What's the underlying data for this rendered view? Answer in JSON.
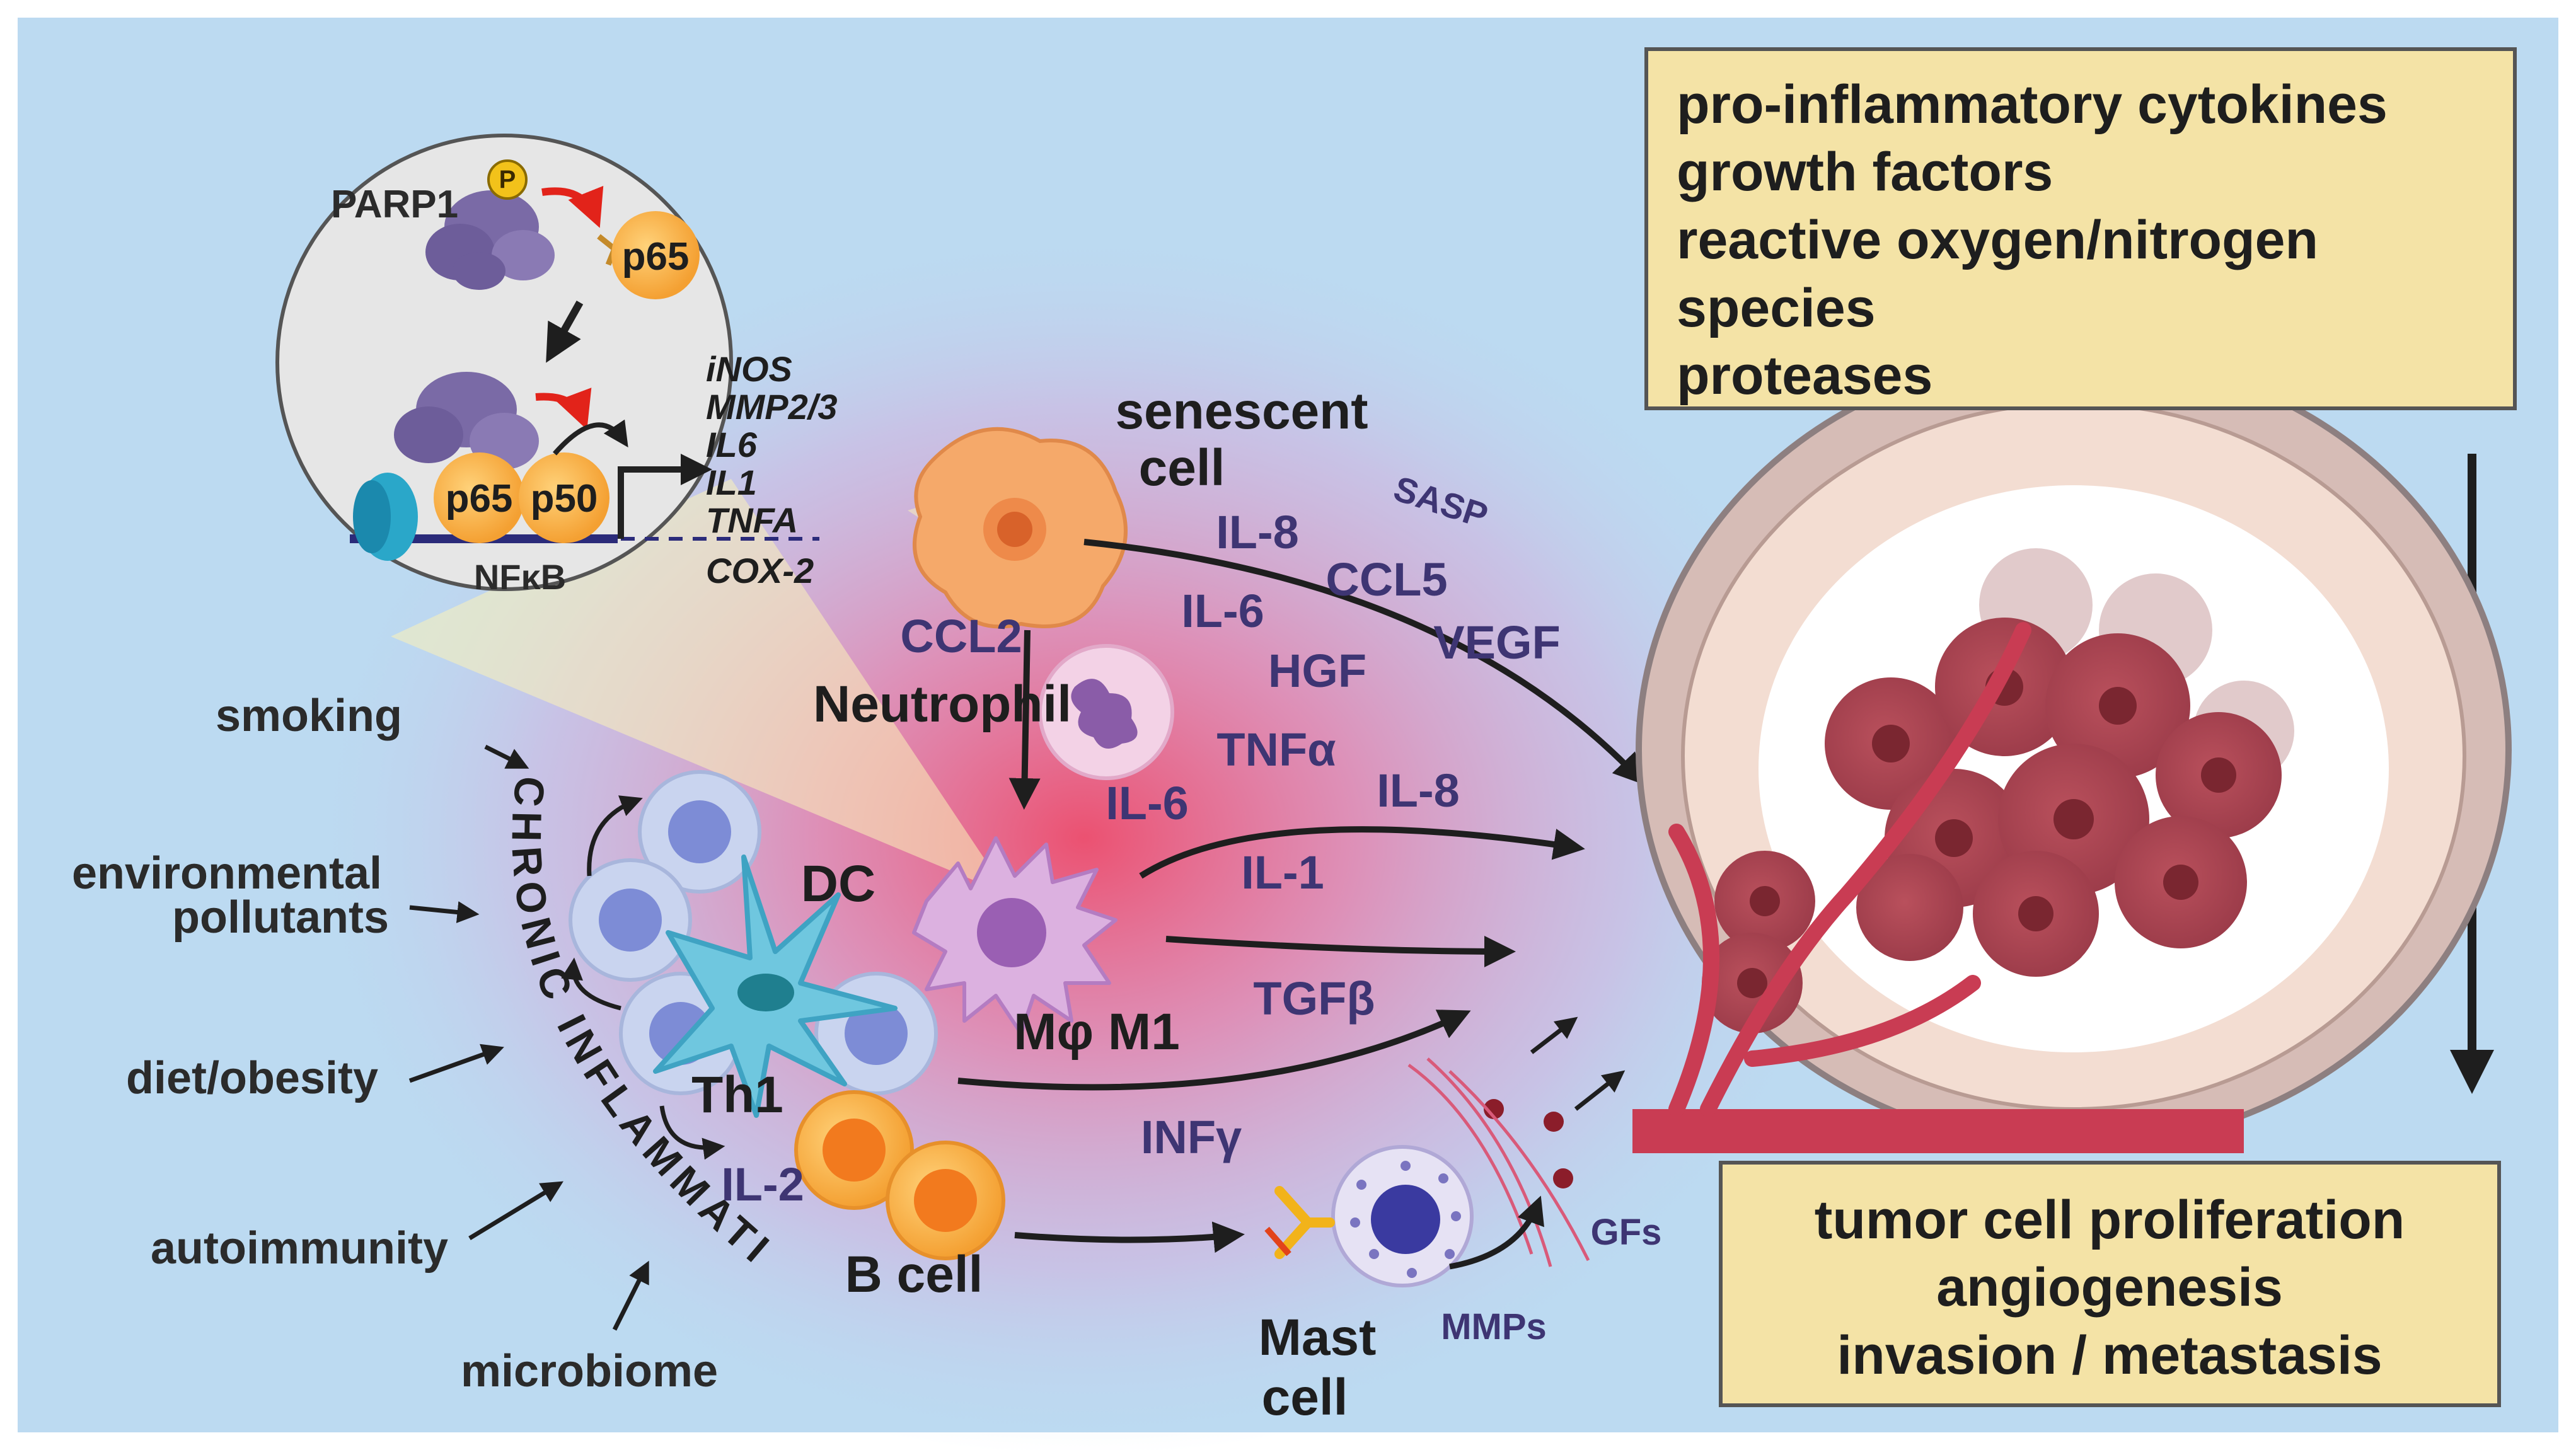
{
  "causes": [
    "smoking",
    "environmental",
    "pollutants",
    "diet/obesity",
    "autoimmunity",
    "microbiome"
  ],
  "arc_label": "CHRONIC INFLAMMATION",
  "inset": {
    "parp1": "PARP1",
    "p": "P",
    "p65_top": "p65",
    "p65": "p65",
    "p50": "p50",
    "nfkb": "NFκB",
    "genes": [
      "iNOS",
      "MMP2/3",
      "IL6",
      "IL1",
      "TNFA",
      "COX-2"
    ]
  },
  "cells": {
    "senescent_1": "senescent",
    "senescent_2": "cell",
    "neutrophil": "Neutrophil",
    "dc": "DC",
    "macrophage": "Mφ M1",
    "th1": "Th1",
    "bcell": "B cell",
    "mast_1": "Mast",
    "mast_2": "cell"
  },
  "cytokines": {
    "sasp": "SASP",
    "il8_a": "IL-8",
    "ccl5": "CCL5",
    "vegf": "VEGF",
    "il6_a": "IL-6",
    "hgf": "HGF",
    "ccl2": "CCL2",
    "tnfa": "TNFα",
    "il8_b": "IL-8",
    "il6_b": "IL-6",
    "il1": "IL-1",
    "tgfb": "TGFβ",
    "infg": "INFγ",
    "il2": "IL-2",
    "mmps": "MMPs",
    "gfs": "GFs"
  },
  "top_box": [
    "pro-inflammatory cytokines",
    "growth factors",
    "reactive oxygen/nitrogen",
    "species",
    "proteases"
  ],
  "bottom_box": [
    "tumor cell proliferation",
    "angiogenesis",
    "invasion / metastasis"
  ],
  "colors": {
    "background": "#bcdaf1",
    "box_fill": "#f4e3a6",
    "inflammation_glow": "#e8506e",
    "vessel": "#c93c53",
    "arrow": "#1e1e1e"
  }
}
